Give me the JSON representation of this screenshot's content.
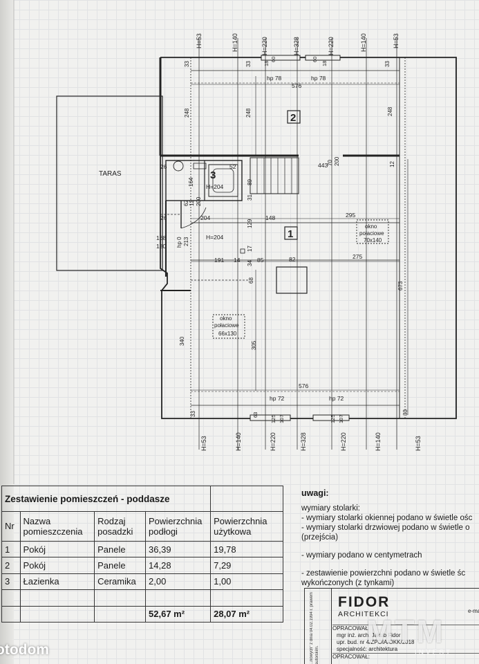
{
  "plan": {
    "heights_top": [
      "H=53",
      "H=140",
      "H=220",
      "H=328",
      "H=220",
      "H=140",
      "H=53"
    ],
    "heights_bottom": [
      "H=53",
      "H=140",
      "H=220",
      "H=328",
      "H=220",
      "H=140",
      "H=53"
    ],
    "terrace": "TARAS",
    "room1": "1",
    "room2": "2",
    "room3": "3",
    "hp78_left": "hp 78",
    "hp78_right": "hp 78",
    "hp72_left": "hp 72",
    "hp72_right": "hp 72",
    "hp0": "hp 0",
    "dims": {
      "d576_top": "576",
      "d576_bottom": "576",
      "d33_tl": "33",
      "d33_tr": "33",
      "d33_bl": "33",
      "d33_br": "33",
      "d33_t2": "33",
      "d248_l": "248",
      "d248_r": "248",
      "d248_m": "248",
      "d443": "443",
      "d12": "12",
      "d70": "70",
      "d200": "200",
      "d26_a": "26",
      "d26_b": "26",
      "d52": "52",
      "d164": "164",
      "d89": "89",
      "d31": "31",
      "d62": "62",
      "d12b": "12",
      "d200b": "200",
      "d204": "204",
      "d148": "148",
      "d295": "295",
      "d129": "129",
      "d213": "213",
      "d168": "168",
      "d180": "180",
      "d191": "191",
      "d14": "14",
      "d85": "85",
      "d82": "82",
      "d275": "275",
      "d17": "17",
      "d34": "34",
      "d68": "68",
      "d673": "673",
      "d340": "340",
      "d305": "305",
      "d18a": "18",
      "d60a": "60",
      "d60b": "60",
      "d18b": "18",
      "d125a": "125",
      "d107a": "107",
      "d125b": "125",
      "d107b": "107",
      "d63": "63"
    },
    "h204_a": "H=204",
    "h204_b": "H=204",
    "window_right": [
      "okno",
      "połaciowe",
      "70x140"
    ],
    "window_left": [
      "okno",
      "połaciowe",
      "66x130"
    ]
  },
  "table": {
    "title": "Zestawienie pomieszczeń - poddasze",
    "headers": [
      "Nr",
      "Nazwa pomieszczenia",
      "Rodzaj posadzki",
      "Powierzchnia podłogi",
      "Powierzchnia użytkowa"
    ],
    "rows": [
      [
        "1",
        "Pokój",
        "Panele",
        "36,39",
        "19,78"
      ],
      [
        "2",
        "Pokój",
        "Panele",
        "14,28",
        "7,29"
      ],
      [
        "3",
        "Łazienka",
        "Ceramika",
        "2,00",
        "1,00"
      ]
    ],
    "totals": [
      "52,67 m²",
      "28,07 m²"
    ]
  },
  "notes": {
    "title": "uwagi:",
    "l1": "wymiary stolarki:",
    "l2": "- wymiary stolarki okiennej podano w świetle ośc",
    "l3": "- wymiary stolarki drzwiowej podano w świetle o",
    "l4": "(przejścia)",
    "l5": "- wymiary podano w centymetrach",
    "l6": "- zestawienie powierzchni podano w świetle śc",
    "l7": "wykończonych (z tynkami)"
  },
  "stamp": {
    "brand": "FIDOR",
    "sub": "ARCHITEKCI",
    "email": "e-mai",
    "vertical": "...nowych\" z dnia 04.02.1994 r. prawem autorskim.",
    "l1": "OPRACOWAŁ",
    "l2": "mgr inż. arch. Jakub Fidor",
    "l3": "upr. bud. nr 4/ZPOIA/OKK/2018",
    "l4": "specjalność: architektura",
    "l5": "OPRACOWAŁ:"
  },
  "watermark": {
    "mtm": "MTM",
    "invest": "INVEST",
    "site": "otodom"
  }
}
